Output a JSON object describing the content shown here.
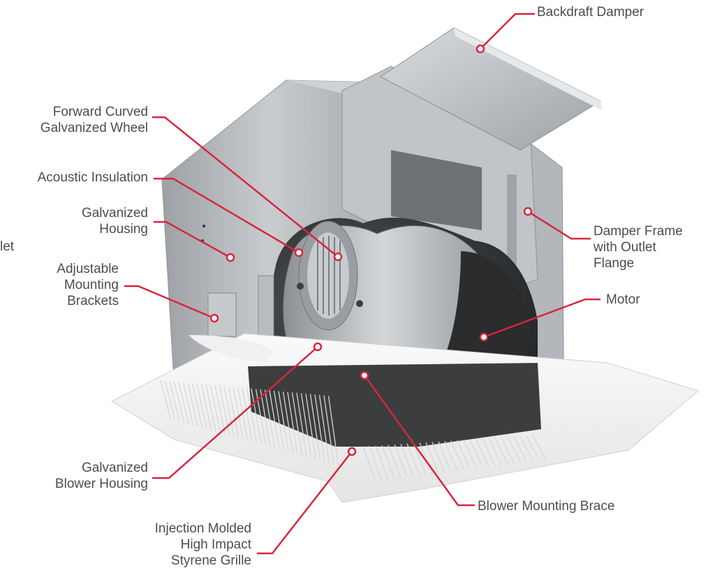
{
  "labels": {
    "backdraft_damper": "Backdraft Damper",
    "forward_curved_wheel": "Forward Curved\nGalvanized Wheel",
    "acoustic_insulation": "Acoustic Insulation",
    "galvanized_housing": "Galvanized\nHousing",
    "adjustable_brackets": "Adjustable\nMounting\nBrackets",
    "damper_frame": "Damper Frame\nwith Outlet\nFlange",
    "motor": "Motor",
    "blower_housing": "Galvanized\nBlower Housing",
    "blower_brace": "Blower Mounting Brace",
    "grille": "Injection Molded\nHigh Impact\nStyrene Grille",
    "cut_left_fragment": "let"
  },
  "colors": {
    "leader": "#d7263d",
    "text": "#4d4d4d",
    "metal": "#b9bcbf",
    "insulation": "#4a4a4a",
    "grille": "#f4f4f4"
  }
}
